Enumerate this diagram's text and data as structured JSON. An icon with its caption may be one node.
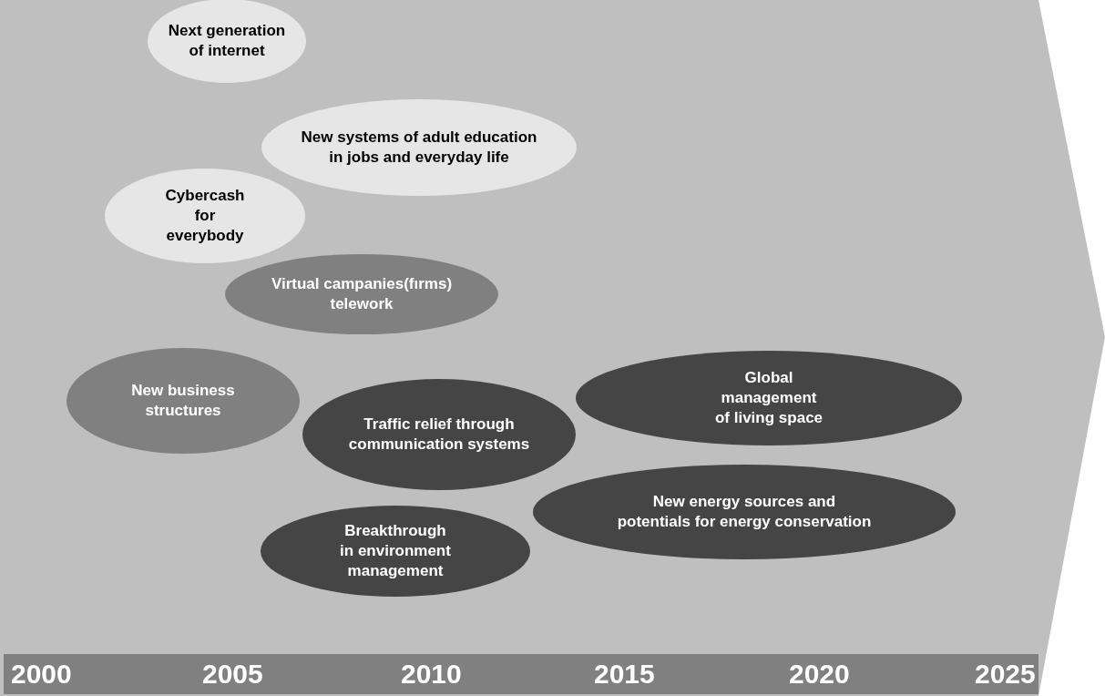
{
  "diagram": {
    "nodes": [
      {
        "text": [
          "Next generation of internet"
        ]
      },
      {
        "text": [
          "New systems of adult education in jobs and everyday life"
        ]
      },
      {
        "text": [
          "Cybercash for everybody"
        ]
      },
      {
        "text": [
          "Virtual campanies(fırms) telework"
        ]
      },
      {
        "text": [
          "New business structures"
        ]
      },
      {
        "text": [
          "Global management of living space"
        ]
      },
      {
        "text": [
          "Traffic relief through communication systems"
        ]
      },
      {
        "text": [
          "New energy sources and potentials for energy conservation"
        ]
      },
      {
        "text": [
          "Breakthrough in environment management"
        ]
      }
    ],
    "labels": [
      "2000",
      "2005",
      "2010",
      "2015",
      "2020",
      "2025"
    ]
  }
}
